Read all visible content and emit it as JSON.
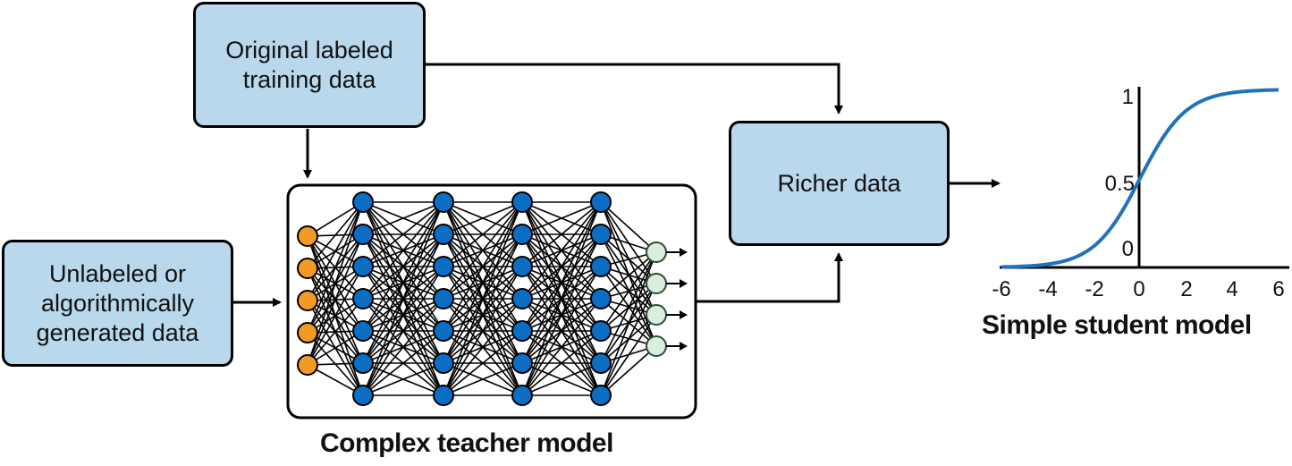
{
  "boxes": {
    "original": [
      "Original labeled",
      "training data"
    ],
    "unlabeled": [
      "Unlabeled or",
      "algorithmically",
      "generated data"
    ],
    "richer": [
      "Richer data"
    ]
  },
  "captions": {
    "teacher": "Complex teacher model",
    "student": "Simple student model"
  },
  "network": {
    "layer_sizes": [
      5,
      7,
      7,
      7,
      7,
      4
    ],
    "input_color": "#f39a22",
    "hidden_color": "#0b6dc4",
    "output_color": "#d9eedd"
  },
  "chart_data": {
    "type": "line",
    "function": "sigmoid",
    "x_ticks": [
      "-6",
      "-4",
      "-2",
      "0",
      "2",
      "4",
      "6"
    ],
    "y_ticks": [
      "0",
      "0.5",
      "1"
    ],
    "xlim": [
      -6,
      6
    ],
    "ylim": [
      0,
      1
    ],
    "series": [
      {
        "x": [
          -6,
          -5,
          -4,
          -3,
          -2,
          -1,
          0,
          1,
          2,
          3,
          4,
          5,
          6
        ],
        "y": [
          0.002,
          0.007,
          0.018,
          0.047,
          0.119,
          0.269,
          0.5,
          0.731,
          0.881,
          0.953,
          0.982,
          0.993,
          0.998
        ]
      }
    ],
    "line_color": "#1f72bd",
    "grid": false
  }
}
